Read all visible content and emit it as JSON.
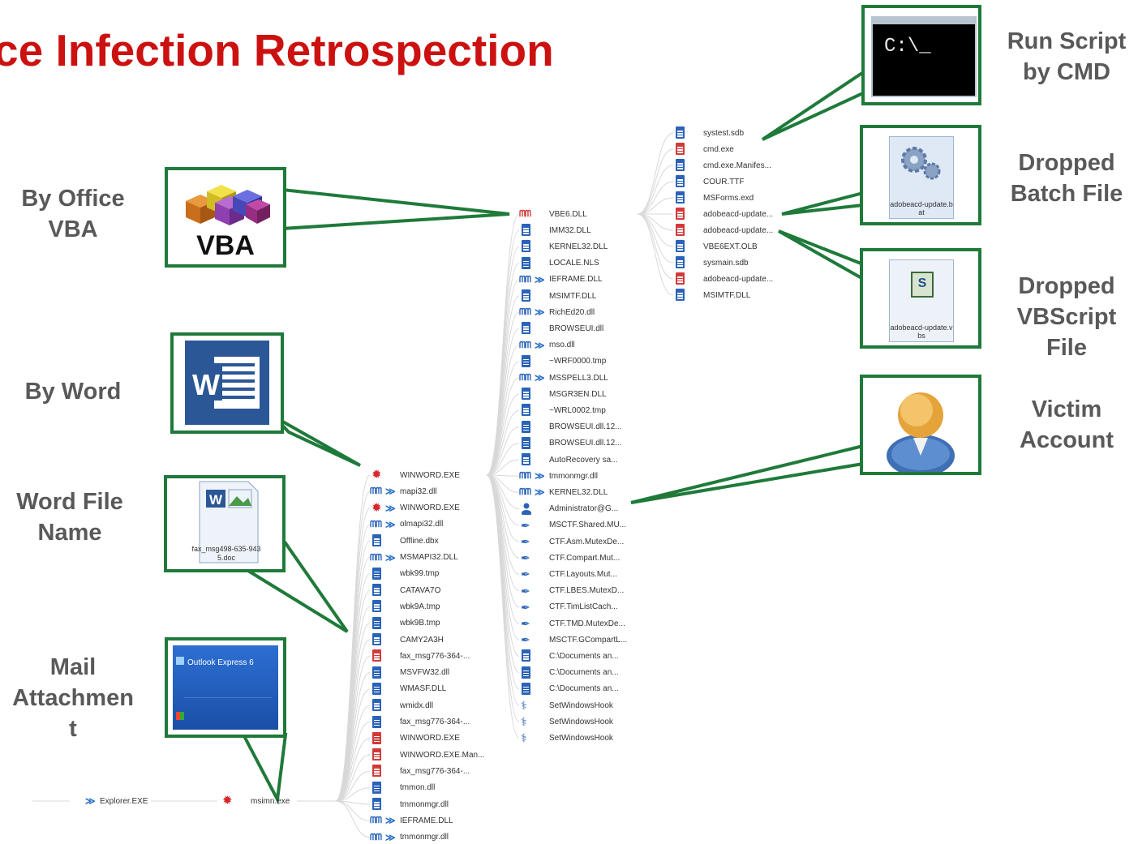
{
  "title": "ce Infection Retrospection",
  "labels": {
    "vba": "By Office\nVBA",
    "word": "By Word",
    "wordfile": "Word File\nName",
    "mail": "Mail\nAttachmen\nt",
    "cmd": "Run Script\nby CMD",
    "batch": "Dropped\nBatch File",
    "vbscript": "Dropped\nVBScript\nFile",
    "victim": "Victim\nAccount"
  },
  "callouts": {
    "vba_text": "VBA",
    "cmd_text": "C:\\_",
    "word_letter": "W",
    "wordfile_name": "fax_msg498-635-9435.doc",
    "outlook_title": "Outlook Express 6",
    "batch_file": "adobeacd-update.bat",
    "vbs_file": "adobeacd-update.vbs"
  },
  "root_nodes": [
    {
      "text": "Explorer.EXE",
      "icon": "gear-icon",
      "chev": true
    },
    {
      "text": "msimn.exe",
      "icon": "gear-icon",
      "chev": false
    }
  ],
  "col1": [
    {
      "text": "WINWORD.EXE",
      "icon": "gear"
    },
    {
      "text": "mapi32.dll",
      "icon": "dll",
      "chev": true
    },
    {
      "text": "WINWORD.EXE",
      "icon": "gear",
      "chev": true
    },
    {
      "text": "olmapi32.dll",
      "icon": "dll",
      "chev": true
    },
    {
      "text": "Offline.dbx",
      "icon": "doc"
    },
    {
      "text": "MSMAPI32.DLL",
      "icon": "dll",
      "chev": true
    },
    {
      "text": "wbk99.tmp",
      "icon": "doc"
    },
    {
      "text": "CATAVA7O",
      "icon": "doc"
    },
    {
      "text": "wbk9A.tmp",
      "icon": "doc"
    },
    {
      "text": "wbk9B.tmp",
      "icon": "doc"
    },
    {
      "text": "CAMY2A3H",
      "icon": "doc"
    },
    {
      "text": "fax_msg776-364-...",
      "icon": "docr"
    },
    {
      "text": "MSVFW32.dll",
      "icon": "doc"
    },
    {
      "text": "WMASF.DLL",
      "icon": "doc"
    },
    {
      "text": "wmidx.dll",
      "icon": "doc"
    },
    {
      "text": "fax_msg776-364-...",
      "icon": "doc"
    },
    {
      "text": "WINWORD.EXE",
      "icon": "docr"
    },
    {
      "text": "WINWORD.EXE.Man...",
      "icon": "docr"
    },
    {
      "text": "fax_msg776-364-...",
      "icon": "docr"
    },
    {
      "text": "tmmon.dll",
      "icon": "doc"
    },
    {
      "text": "tmmonmgr.dll",
      "icon": "doc"
    },
    {
      "text": "IEFRAME.DLL",
      "icon": "dll",
      "chev": true
    },
    {
      "text": "tmmonmgr.dll",
      "icon": "dll",
      "chev": true
    }
  ],
  "col2": [
    {
      "text": "VBE6.DLL",
      "icon": "dllr"
    },
    {
      "text": "IMM32.DLL",
      "icon": "doc"
    },
    {
      "text": "KERNEL32.DLL",
      "icon": "doc"
    },
    {
      "text": "LOCALE.NLS",
      "icon": "doc"
    },
    {
      "text": "IEFRAME.DLL",
      "icon": "dll",
      "chev": true
    },
    {
      "text": "MSIMTF.DLL",
      "icon": "doc"
    },
    {
      "text": "RichEd20.dll",
      "icon": "dll",
      "chev": true
    },
    {
      "text": "BROWSEUI.dll",
      "icon": "doc"
    },
    {
      "text": "mso.dll",
      "icon": "dll",
      "chev": true
    },
    {
      "text": "~WRF0000.tmp",
      "icon": "doc"
    },
    {
      "text": "MSSPELL3.DLL",
      "icon": "dll",
      "chev": true
    },
    {
      "text": "MSGR3EN.DLL",
      "icon": "doc"
    },
    {
      "text": "~WRL0002.tmp",
      "icon": "doc"
    },
    {
      "text": "BROWSEUI.dll.12...",
      "icon": "doc"
    },
    {
      "text": "BROWSEUI.dll.12...",
      "icon": "doc"
    },
    {
      "text": "AutoRecovery sa...",
      "icon": "doc"
    },
    {
      "text": "tmmonmgr.dll",
      "icon": "dll",
      "chev": true
    },
    {
      "text": "KERNEL32.DLL",
      "icon": "dll",
      "chev": true
    },
    {
      "text": "Administrator@G...",
      "icon": "user"
    },
    {
      "text": "MSCTF.Shared.MU...",
      "icon": "mutex"
    },
    {
      "text": "CTF.Asm.MutexDe...",
      "icon": "mutex"
    },
    {
      "text": "CTF.Compart.Mut...",
      "icon": "mutex"
    },
    {
      "text": "CTF.Layouts.Mut...",
      "icon": "mutex"
    },
    {
      "text": "CTF.LBES.MutexD...",
      "icon": "mutex"
    },
    {
      "text": "CTF.TimListCach...",
      "icon": "mutex"
    },
    {
      "text": "CTF.TMD.MutexDe...",
      "icon": "mutex"
    },
    {
      "text": "MSCTF.GCompartL...",
      "icon": "mutex"
    },
    {
      "text": "C:\\Documents an...",
      "icon": "doc"
    },
    {
      "text": "C:\\Documents an...",
      "icon": "doc"
    },
    {
      "text": "C:\\Documents an...",
      "icon": "doc"
    },
    {
      "text": "SetWindowsHook",
      "icon": "hook"
    },
    {
      "text": "SetWindowsHook",
      "icon": "hook"
    },
    {
      "text": "SetWindowsHook",
      "icon": "hook"
    }
  ],
  "col3": [
    {
      "text": "systest.sdb",
      "icon": "doc"
    },
    {
      "text": "cmd.exe",
      "icon": "docr"
    },
    {
      "text": "cmd.exe.Manifes...",
      "icon": "doc"
    },
    {
      "text": "COUR.TTF",
      "icon": "doc"
    },
    {
      "text": "MSForms.exd",
      "icon": "doc"
    },
    {
      "text": "adobeacd-update...",
      "icon": "docr"
    },
    {
      "text": "adobeacd-update...",
      "icon": "docr"
    },
    {
      "text": "VBE6EXT.OLB",
      "icon": "doc"
    },
    {
      "text": "sysmain.sdb",
      "icon": "doc"
    },
    {
      "text": "adobeacd-update...",
      "icon": "docr"
    },
    {
      "text": "MSIMTF.DLL",
      "icon": "doc"
    }
  ],
  "colors": {
    "accent": "#cc1111",
    "callout_border": "#1f7a3a",
    "icon_blue": "#2a63b8",
    "icon_red": "#d23a3a",
    "label": "#595959"
  }
}
